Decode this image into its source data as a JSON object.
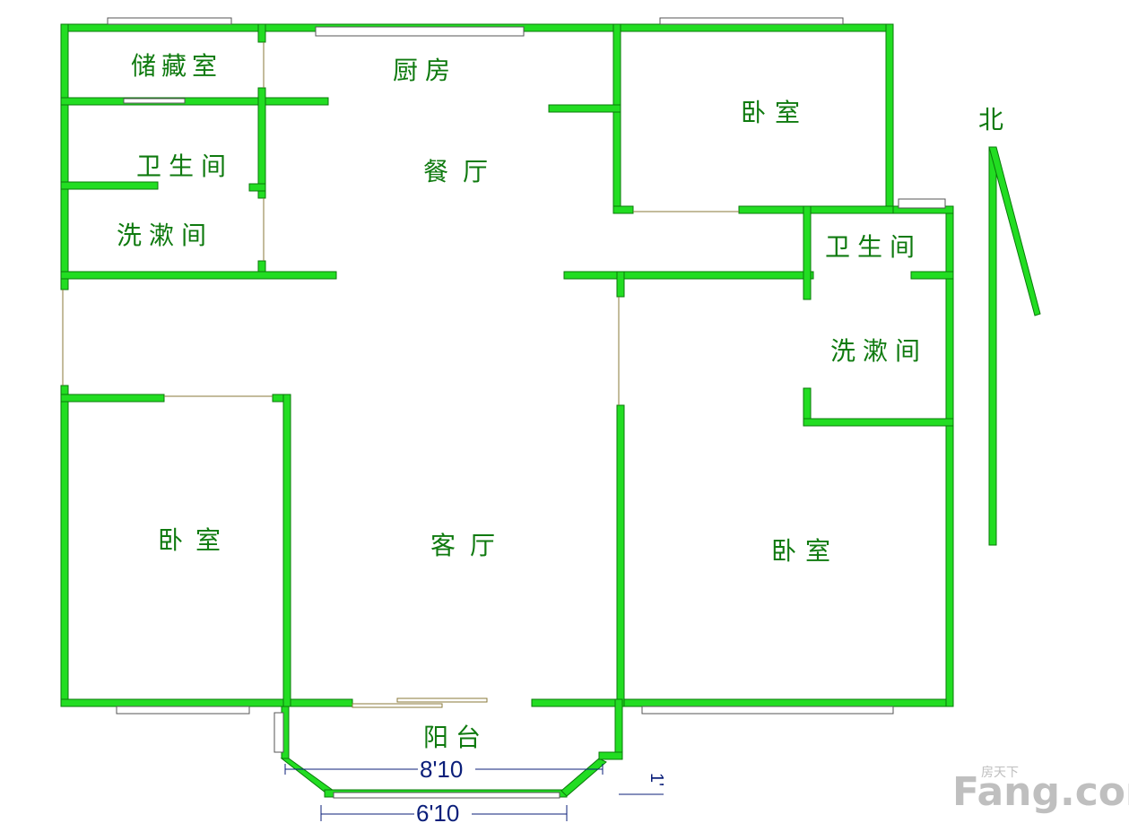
{
  "rooms": {
    "storage": "储藏室",
    "kitchen": "厨房",
    "bedroom_ne": "卧室",
    "bath_w": "卫生间",
    "dining": "餐厅",
    "wash_w": "洗漱间",
    "bath_e": "卫生间",
    "wash_e": "洗漱间",
    "bedroom_w": "卧室",
    "living": "客厅",
    "bedroom_se": "卧室",
    "balcony": "阳台"
  },
  "compass": {
    "north": "北"
  },
  "dimensions": {
    "outer": "8'10",
    "inner": "6'10",
    "side": "1'"
  },
  "watermark": {
    "text": "Fang.com",
    "small": "房天下"
  },
  "colors": {
    "wall": "#22dd22",
    "label": "#0f7a0f",
    "dimension": "#0b1f7a"
  }
}
